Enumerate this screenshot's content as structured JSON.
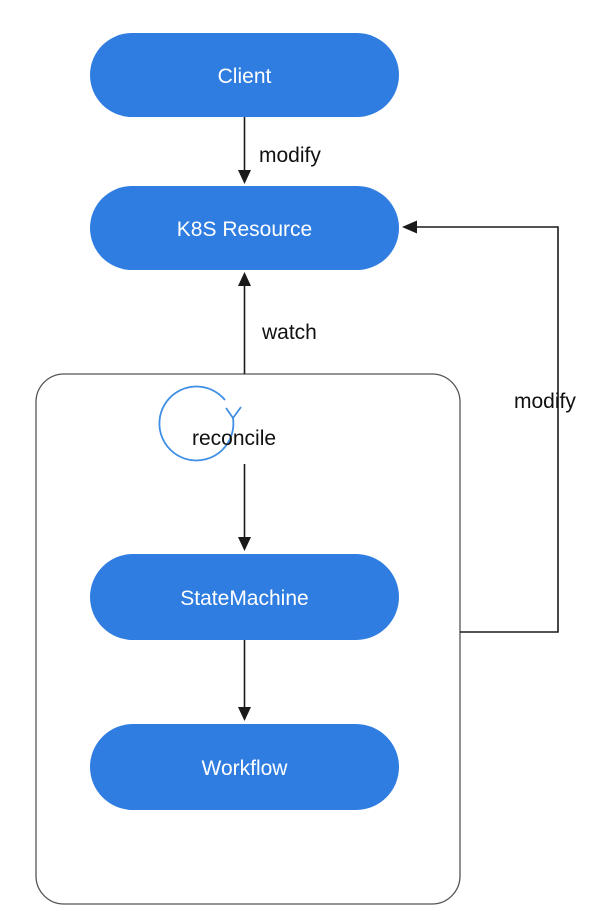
{
  "nodes": {
    "client": "Client",
    "k8s_resource": "K8S Resource",
    "state_machine": "StateMachine",
    "workflow": "Workflow"
  },
  "edges": {
    "client_to_resource": "modify",
    "controller_watch": "watch",
    "state_machine_to_resource": "modify",
    "reconcile_loop": "reconcile"
  },
  "colors": {
    "node_fill": "#2f7de1",
    "node_text": "#ffffff",
    "lines": "#1a1a1a",
    "container_border": "#555555",
    "reconcile_icon": "#3f8fe6"
  }
}
